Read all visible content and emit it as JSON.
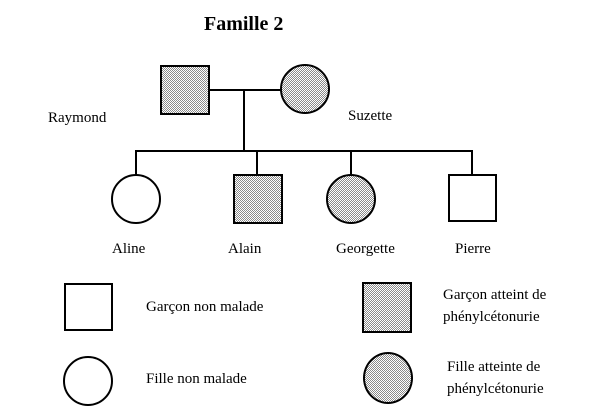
{
  "title": "Famille 2",
  "colors": {
    "line": "#000000",
    "shape_border": "#000000",
    "affected_fill": "#c8c8c8",
    "background": "#ffffff"
  },
  "pedigree": {
    "parents": [
      {
        "name": "Raymond",
        "sex": "male",
        "status": "affected"
      },
      {
        "name": "Suzette",
        "sex": "female",
        "status": "affected"
      }
    ],
    "children": [
      {
        "name": "Aline",
        "sex": "female",
        "status": "unaffected"
      },
      {
        "name": "Alain",
        "sex": "male",
        "status": "affected"
      },
      {
        "name": "Georgette",
        "sex": "female",
        "status": "affected"
      },
      {
        "name": "Pierre",
        "sex": "male",
        "status": "unaffected"
      }
    ]
  },
  "legend": {
    "items": [
      {
        "shape": "square",
        "status": "unaffected",
        "label": "Garçon non malade"
      },
      {
        "shape": "circle",
        "status": "unaffected",
        "label": "Fille non malade"
      },
      {
        "shape": "square",
        "status": "affected",
        "label": "Garçon atteint de\nphénylcétonurie"
      },
      {
        "shape": "circle",
        "status": "affected",
        "label": "Fille atteinte de\nphénylcétonurie"
      }
    ]
  }
}
